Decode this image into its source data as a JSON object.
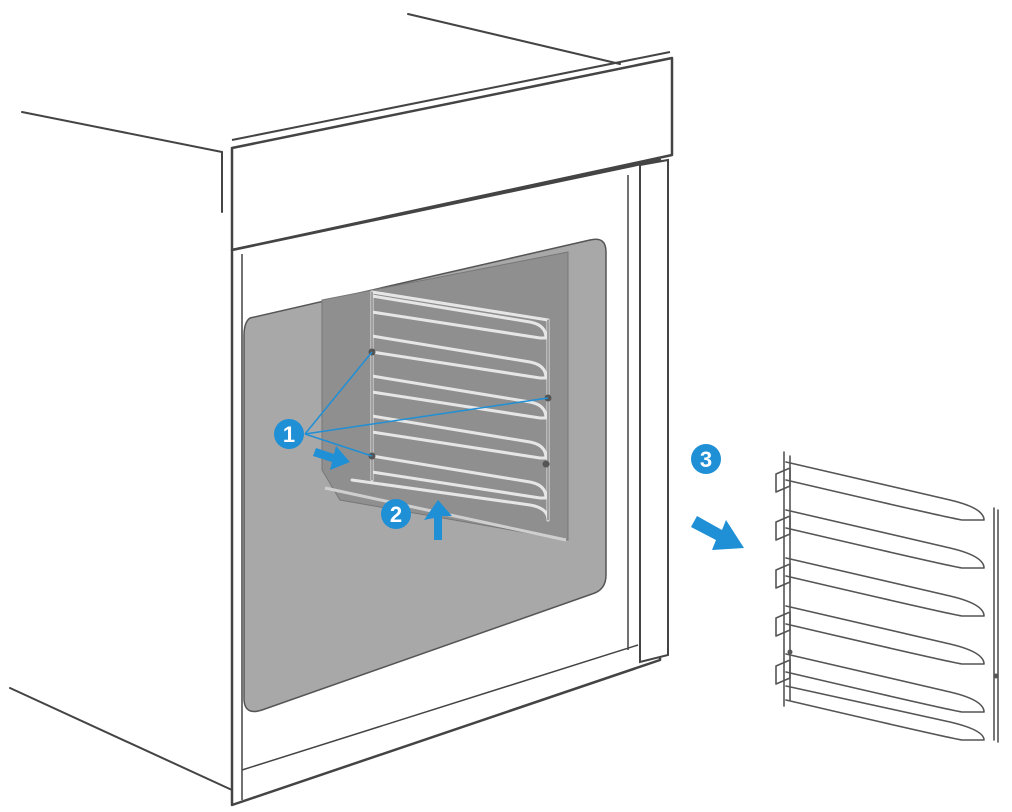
{
  "steps": [
    {
      "number": "1"
    },
    {
      "number": "2"
    },
    {
      "number": "3"
    }
  ],
  "colors": {
    "accent": "#1f8fd6",
    "line": "#444444",
    "cavity": "#a8a8a8",
    "cavity_inner": "#8f8f8f",
    "rack": "#9a9a9a",
    "background": "#ffffff"
  }
}
